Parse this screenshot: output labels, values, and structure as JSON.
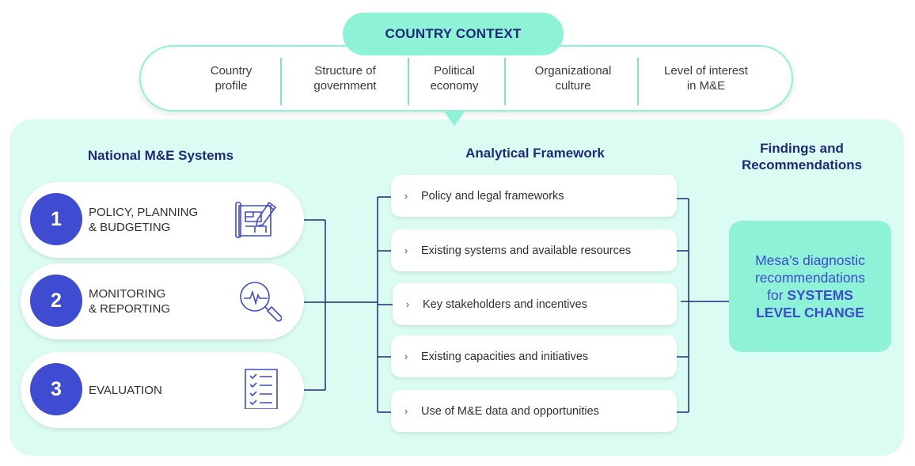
{
  "country_context": {
    "title": "COUNTRY CONTEXT",
    "items": [
      "Country\nprofile",
      "Structure of\ngovernment",
      "Political\neconomy",
      "Organizational\nculture",
      "Level of interest\nin M&E"
    ]
  },
  "national_systems": {
    "heading": "National M&E Systems",
    "items": [
      {
        "number": "1",
        "label": "POLICY, PLANNING\n& BUDGETING",
        "icon": "blueprint-pencil-icon"
      },
      {
        "number": "2",
        "label": "MONITORING\n& REPORTING",
        "icon": "magnifier-pulse-icon"
      },
      {
        "number": "3",
        "label": "EVALUATION",
        "icon": "checklist-icon"
      }
    ]
  },
  "framework": {
    "heading": "Analytical Framework",
    "items": [
      "Policy and legal frameworks",
      "Existing systems and available resources",
      "Key stakeholders and incentives",
      "Existing capacities and initiatives",
      "Use of M&E data and opportunities"
    ],
    "chevron": "›"
  },
  "findings": {
    "heading": "Findings and\nRecommendations",
    "text_line1": "Mesa’s diagnostic",
    "text_line2": "recommendations",
    "text_line3_prefix": "for ",
    "text_line3_emphasis": "SYSTEMS",
    "text_line4_emphasis": "LEVEL CHANGE"
  },
  "colors": {
    "navy": "#1f2a78",
    "blue": "#3f4bd0",
    "mint": "#8df2d6",
    "panel": "#dbfcf2"
  }
}
